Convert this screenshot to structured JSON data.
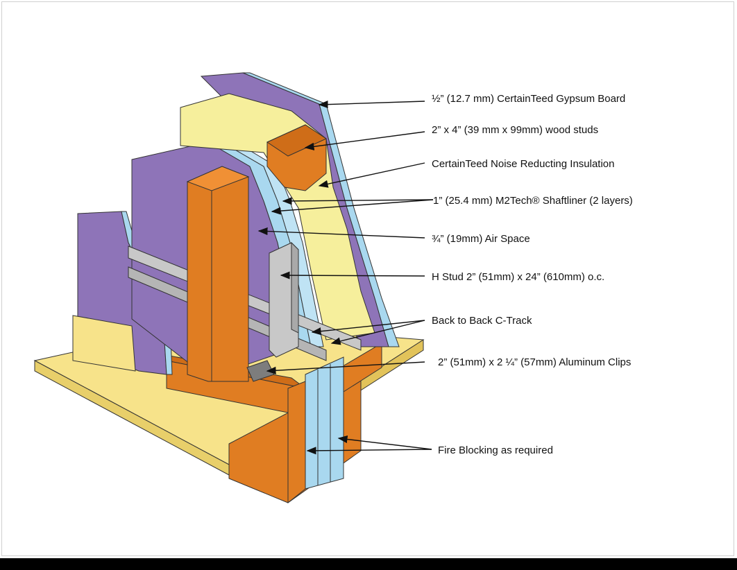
{
  "labels": [
    "½” (12.7 mm) CertainTeed Gypsum Board",
    "2” x 4” (39 mm x 99mm) wood studs",
    "CertainTeed Noise Reducting Insulation",
    "1” (25.4 mm) M2Tech® Shaftliner (2 layers)",
    "¾” (19mm) Air Space",
    "H Stud 2” (51mm) x 24” (610mm) o.c.",
    "Back to Back C-Track",
    "2” (51mm) x 2 ¼” (57mm) Aluminum Clips",
    "Fire Blocking as required"
  ],
  "colors": {
    "gypsum": "#8e74b8",
    "shaftliner": "#a9d8ef",
    "wood": "#e07d22",
    "insulation": "#f6ef9c",
    "floor": "#f7e38a",
    "steel": "#c8c8c8"
  }
}
